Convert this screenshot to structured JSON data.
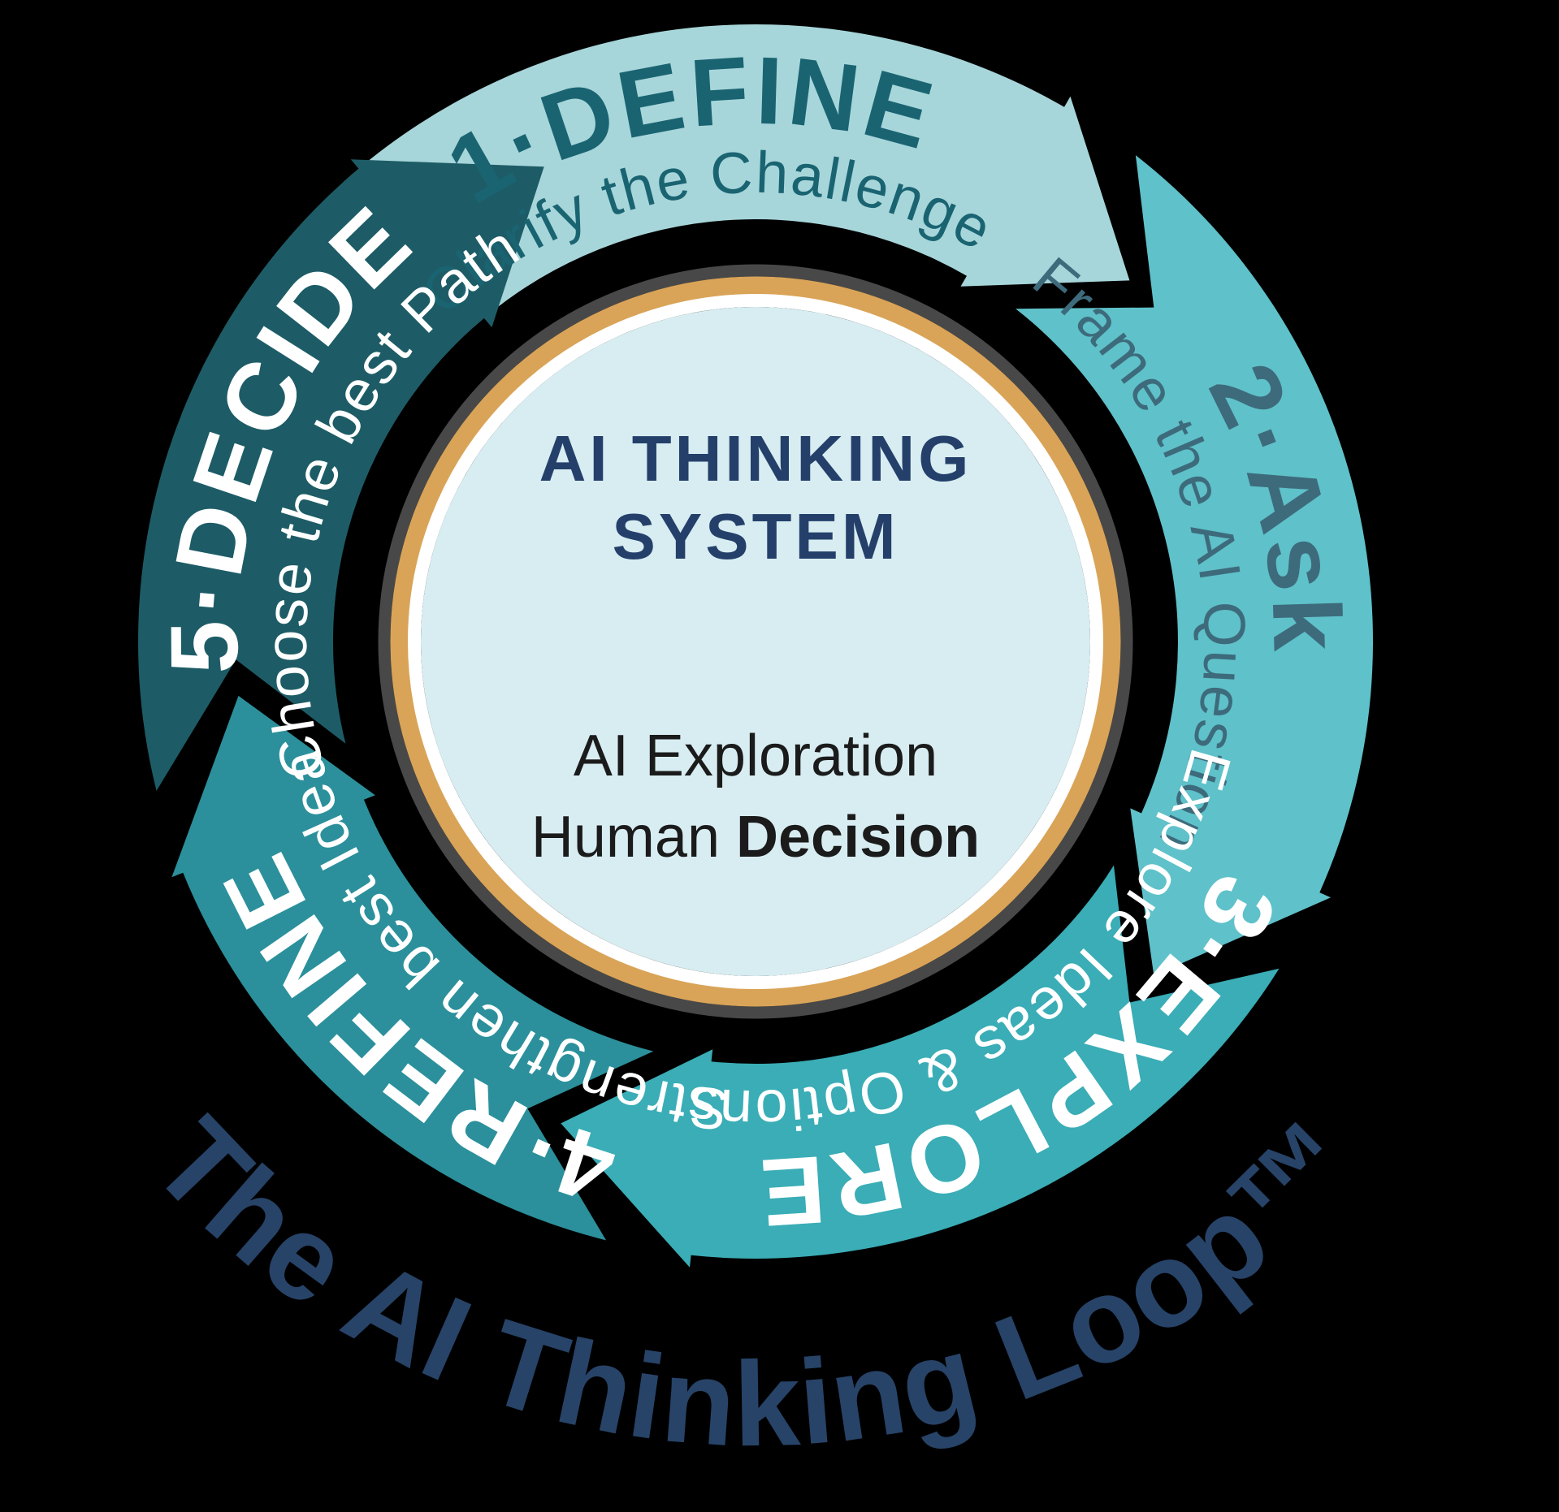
{
  "title": "The AI Thinking Loop™",
  "center": {
    "title_line1": "AI THINKING",
    "title_line2": "SYSTEM",
    "subtitle_line1": "AI Exploration",
    "subtitle_line2_prefix": "Human ",
    "subtitle_line2_bold": "Decision"
  },
  "steps": [
    {
      "id": "define",
      "label": "1·DEFINE",
      "sublabel": "Clarify the Challenge",
      "band_color": "#a7d6da",
      "text_color": "#1a6472"
    },
    {
      "id": "ask",
      "label": "2·Ask",
      "sublabel": "Frame the AI Question",
      "band_color": "#5fc1c9",
      "text_color": "#3d6b7c"
    },
    {
      "id": "explore",
      "label": "3·EXPLORE",
      "sublabel": "Explore Ideas & Options",
      "band_color": "#3aadb6",
      "text_color": "#ffffff"
    },
    {
      "id": "refine",
      "label": "4·REFINE",
      "sublabel": "Strengthen best Idea",
      "band_color": "#2b909b",
      "text_color": "#ffffff"
    },
    {
      "id": "decide",
      "label": "5·DECIDE",
      "sublabel": "Choose the best Path",
      "band_color": "#1d5c66",
      "text_color": "#ffffff"
    }
  ],
  "colors": {
    "background": "#000000",
    "center_fill": "#d8edf2",
    "ring_white": "#ffffff",
    "ring_gold": "#d9a458",
    "ring_gray": "#484848",
    "center_title": "#24406a",
    "center_subtitle": "#1b1b1b",
    "loop_title": "#274368"
  }
}
